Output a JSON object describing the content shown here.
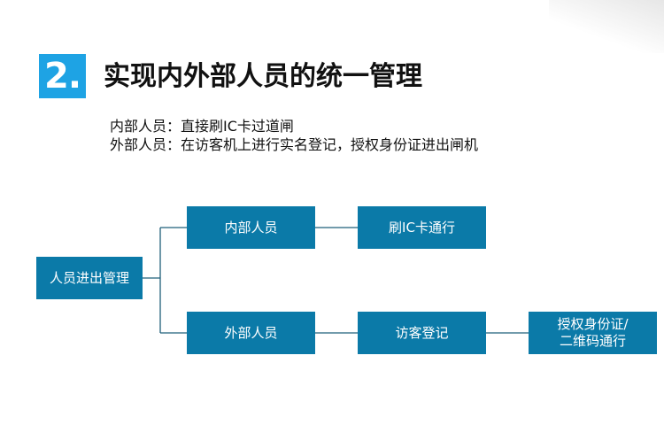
{
  "header": {
    "number": "2.",
    "title": "实现内外部人员的统一管理"
  },
  "description": [
    "内部人员：直接刷IC卡过道闸",
    "外部人员：在访客机上进行实名登记，授权身份证进出闸机"
  ],
  "diagram": {
    "root": "人员进出管理",
    "internal": {
      "label": "内部人员",
      "step1": "刷IC卡通行"
    },
    "external": {
      "label": "外部人员",
      "step1": "访客登记",
      "step2_line1": "授权身份证/",
      "step2_line2": "二维码通行"
    }
  },
  "colors": {
    "badge": "#1ea3e4",
    "node": "#0b7aa8",
    "connector": "#1f5f7a"
  }
}
